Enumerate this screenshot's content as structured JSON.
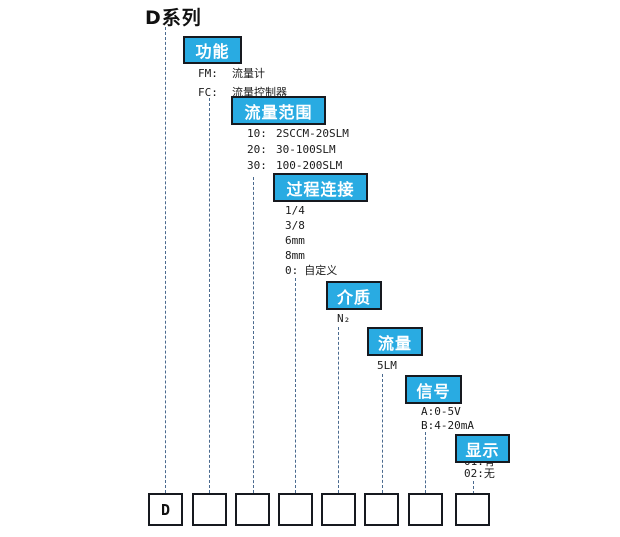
{
  "title": "D系列",
  "colors": {
    "label_box_fill": "#29ABE2",
    "label_box_border": "#16191f",
    "leader_line": "#4a6a8f",
    "text": "#1a1a1a",
    "label_text": "#ffffff"
  },
  "groups": [
    {
      "label": "功能",
      "options": [
        {
          "code": "FM:",
          "desc": "流量计"
        },
        {
          "code": "FC:",
          "desc": "流量控制器"
        }
      ]
    },
    {
      "label": "流量范围",
      "options": [
        {
          "code": "10:",
          "desc": "2SCCM-20SLM"
        },
        {
          "code": "20:",
          "desc": "30-100SLM"
        },
        {
          "code": "30:",
          "desc": "100-200SLM"
        }
      ]
    },
    {
      "label": "过程连接",
      "options": [
        {
          "code": "1/4",
          "desc": ""
        },
        {
          "code": "3/8",
          "desc": ""
        },
        {
          "code": "6mm",
          "desc": ""
        },
        {
          "code": "8mm",
          "desc": ""
        },
        {
          "code": "0:",
          "desc": "自定义"
        }
      ]
    },
    {
      "label": "介质",
      "options": [
        {
          "code": "N₂",
          "desc": ""
        }
      ]
    },
    {
      "label": "流量",
      "options": [
        {
          "code": "5LM",
          "desc": ""
        }
      ]
    },
    {
      "label": "信号",
      "options": [
        {
          "code": "A:0-5V",
          "desc": ""
        },
        {
          "code": "B:4-20mA",
          "desc": ""
        }
      ]
    },
    {
      "label": "显示",
      "options": [
        {
          "code": "01:有",
          "desc": ""
        },
        {
          "code": "02:无",
          "desc": ""
        }
      ]
    }
  ],
  "code_slots": {
    "first_value": "D",
    "empty_count": 7
  }
}
